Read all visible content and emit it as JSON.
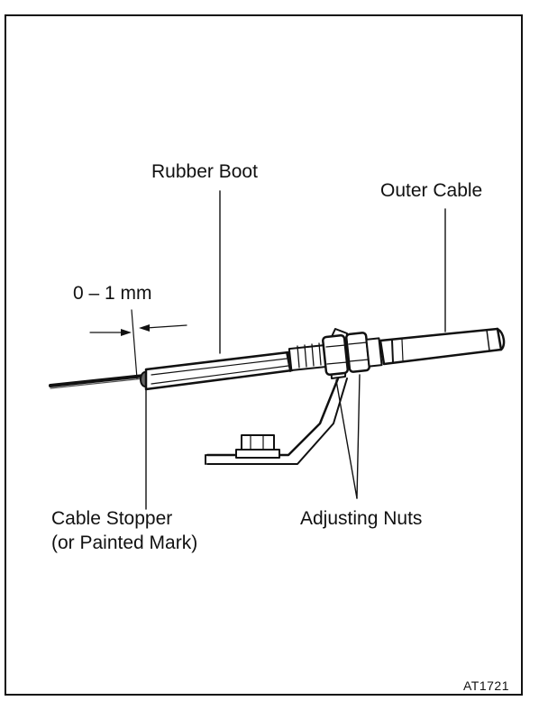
{
  "labels": {
    "rubber_boot": "Rubber Boot",
    "outer_cable": "Outer Cable",
    "gap": "0 – 1 mm",
    "cable_stopper_line1": "Cable Stopper",
    "cable_stopper_line2": "(or Painted Mark)",
    "adjusting_nuts": "Adjusting Nuts",
    "figure_code": "AT1721"
  }
}
